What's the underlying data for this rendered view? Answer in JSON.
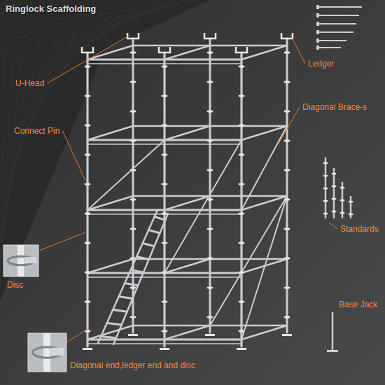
{
  "diagram": {
    "title": "Ringlock Scaffolding",
    "labels": [
      "U-Head",
      "Connect Pin",
      "Disc",
      "Diagonal end,ledger end and disc",
      "Ledger",
      "Diagonal Brace-s",
      "Standards",
      "Base Jack"
    ]
  }
}
